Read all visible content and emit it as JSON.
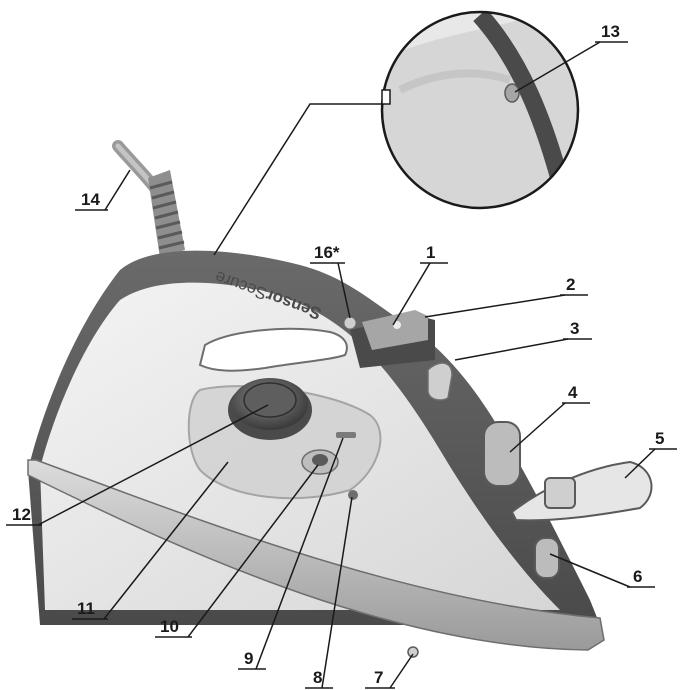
{
  "brand_text": {
    "bold": "Sensor",
    "regular": "Secure"
  },
  "callouts": [
    {
      "id": "1",
      "label": "1"
    },
    {
      "id": "2",
      "label": "2"
    },
    {
      "id": "3",
      "label": "3"
    },
    {
      "id": "4",
      "label": "4"
    },
    {
      "id": "5",
      "label": "5"
    },
    {
      "id": "6",
      "label": "6"
    },
    {
      "id": "7",
      "label": "7"
    },
    {
      "id": "8",
      "label": "8"
    },
    {
      "id": "9",
      "label": "9"
    },
    {
      "id": "10",
      "label": "10"
    },
    {
      "id": "11",
      "label": "11"
    },
    {
      "id": "12",
      "label": "12"
    },
    {
      "id": "13",
      "label": "13"
    },
    {
      "id": "14",
      "label": "14"
    },
    {
      "id": "16",
      "label": "16*"
    }
  ],
  "colors": {
    "body_dark": "#5f5f5f",
    "body_light": "#e3e3e3",
    "soleplate": "#c9c9c9",
    "ink": "#1a1a1a"
  }
}
